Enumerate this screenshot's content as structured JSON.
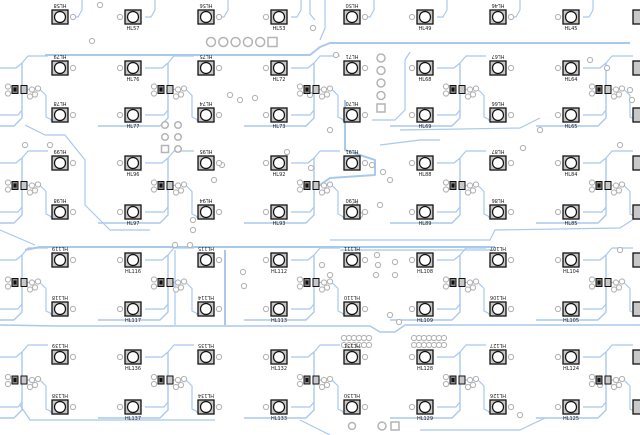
{
  "view": "pcb-layout-editor",
  "colors": {
    "background": "#ffffff",
    "trace": "#a8c8ee",
    "pad": "#b4b4b4",
    "outline": "#111111",
    "body": "#c8c8c8"
  },
  "switch_rows": [
    [
      "HL58",
      "HL57",
      "HL56",
      "HL53",
      "HL50",
      "HL49",
      "HL46",
      "HL45"
    ],
    [
      "HL79",
      "HL76",
      "HL75",
      "HL72",
      "HL71",
      "HL68",
      "HL67",
      "HL64"
    ],
    [
      "HL78",
      "HL77",
      "HL74",
      "HL73",
      "HL70",
      "HL69",
      "HL66",
      "HL65"
    ],
    [
      "HL99",
      "HL96",
      "HL95",
      "HL92",
      "HL91",
      "HL88",
      "HL87",
      "HL84"
    ],
    [
      "HL98",
      "HL97",
      "HL94",
      "HL93",
      "HL90",
      "HL89",
      "HL86",
      "HL85"
    ],
    [
      "HL119",
      "HL116",
      "HL115",
      "HL112",
      "HL111",
      "HL108",
      "HL107",
      "HL104"
    ],
    [
      "HL118",
      "HL117",
      "HL114",
      "HL113",
      "HL110",
      "HL109",
      "HL106",
      "HL105"
    ],
    [
      "HL139",
      "HL136",
      "HL135",
      "HL132",
      "HL131",
      "HL128",
      "HL127",
      "HL124"
    ],
    [
      "HL138",
      "HL137",
      "HL134",
      "HL133",
      "HL130",
      "HL129",
      "HL126",
      "HL125"
    ]
  ]
}
